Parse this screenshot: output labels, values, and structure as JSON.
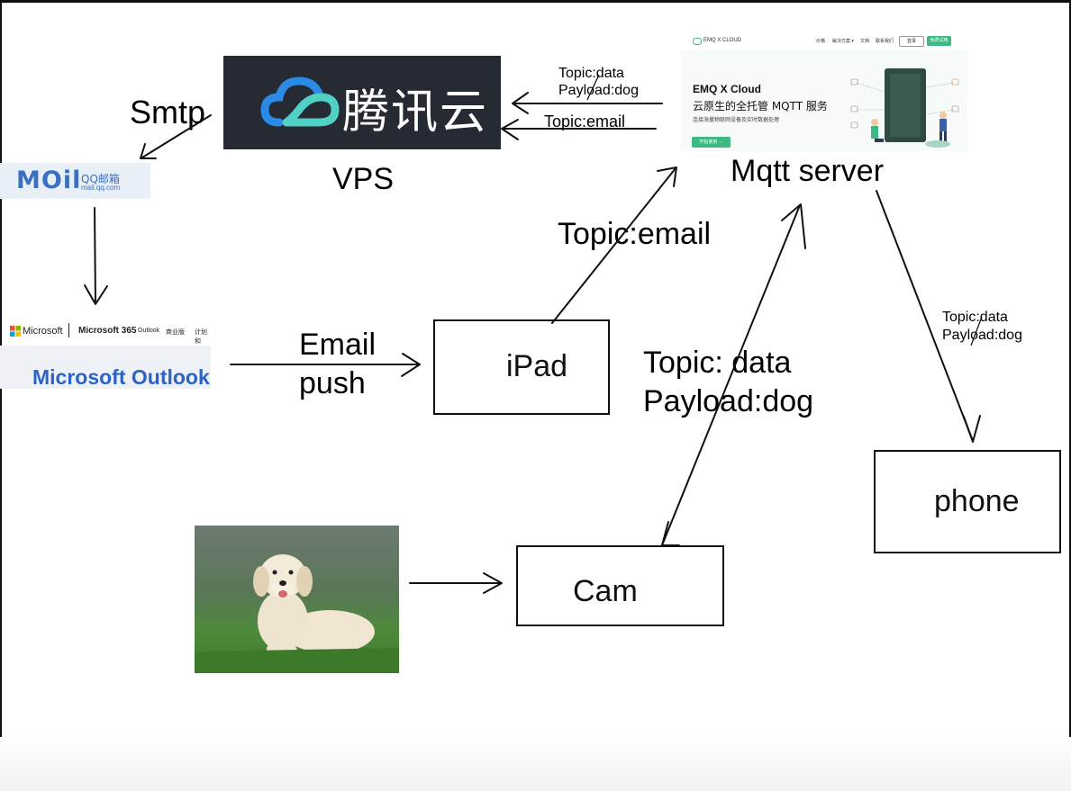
{
  "vps": {
    "brand_text": "腾讯云",
    "caption": "VPS",
    "smtp_label": "Smtp"
  },
  "qqmail": {
    "logo_text": "MOil",
    "brand": "QQ邮箱",
    "domain": "mail.qq.com"
  },
  "microsoft": {
    "brand": "Microsoft",
    "product": "Microsoft 365",
    "nav": [
      "Outlook",
      "商业版",
      "计划和"
    ],
    "title": "Microsoft Outlook"
  },
  "email_push": {
    "line1": "Email",
    "line2": "push"
  },
  "ipad": {
    "label": "iPad",
    "topic_email_label": "Topic:email"
  },
  "mqtt": {
    "caption": "Mqtt server",
    "brand": "EMQ X CLOUD",
    "nav": [
      "价格",
      "解决方案 ▾",
      "文档",
      "联系我们"
    ],
    "login": "登录",
    "signup": "免费试用",
    "hero_title": "EMQ X Cloud",
    "hero_subtitle": "云原生的全托管 MQTT 服务",
    "hero_desc": "连接海量物联网设备及实时数据处理",
    "hero_button": "开始使用 →",
    "server_label": "EMQ X CLOUD"
  },
  "mqtt_to_vps": {
    "line1": "Topic:data",
    "line2": "Payload:dog",
    "line3": "Topic:email"
  },
  "cam_to_mqtt": {
    "line1": "Topic: data",
    "line2": "Payload:dog"
  },
  "mqtt_to_phone": {
    "line1": "Topic:data",
    "line2": "Payload:dog"
  },
  "cam": {
    "label": "Cam"
  },
  "phone": {
    "label": "phone"
  },
  "colors": {
    "tencent_bg": "#262a33",
    "tencent_blue": "#2a8ae6",
    "tencent_teal": "#4fd1c5",
    "emqx_green": "#3fb983",
    "outlook_blue": "#2d63c4"
  }
}
